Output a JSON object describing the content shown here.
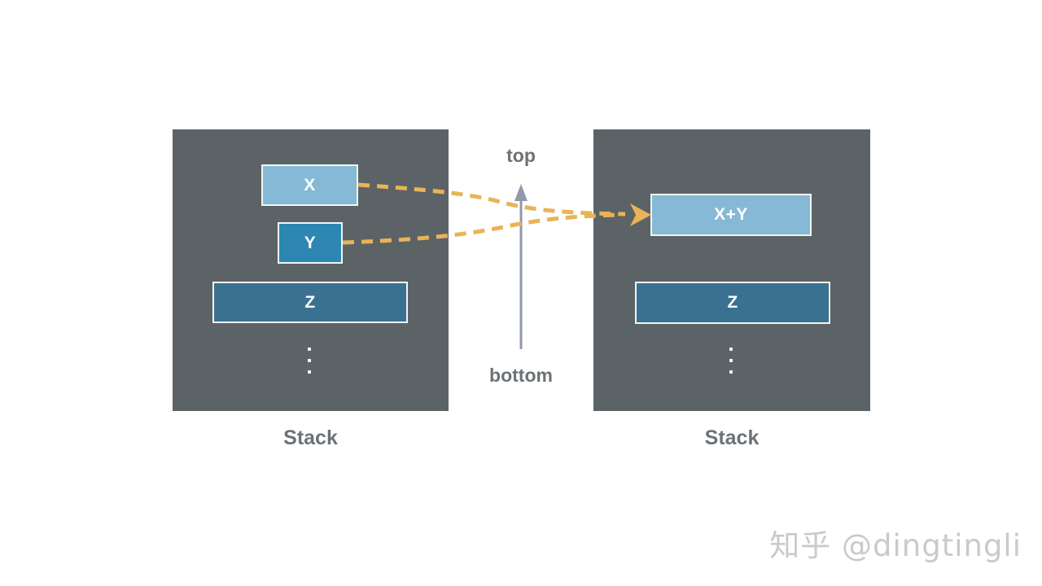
{
  "diagram": {
    "left_stack": {
      "label": "Stack",
      "items": [
        {
          "id": "x",
          "label": "X",
          "color": "#85B9D5"
        },
        {
          "id": "y",
          "label": "Y",
          "color": "#2E86B2"
        },
        {
          "id": "z",
          "label": "Z",
          "color": "#3A7190"
        }
      ]
    },
    "right_stack": {
      "label": "Stack",
      "items": [
        {
          "id": "x_plus_y",
          "label": "X+Y",
          "color": "#85B9D5"
        },
        {
          "id": "z",
          "label": "Z",
          "color": "#3A7190"
        }
      ]
    },
    "axis": {
      "top_label": "top",
      "bottom_label": "bottom"
    },
    "colors": {
      "stack_background": "#5C6366",
      "dashed_merge_arrow": "#E9B358",
      "direction_arrow": "#9199A9",
      "label_text": "#6D7276",
      "box_text": "#FFFFFF",
      "box_border": "#F2F5F6",
      "watermark_text": "#C9CACB"
    }
  },
  "watermark": {
    "text": "知乎 @dingtingli"
  }
}
